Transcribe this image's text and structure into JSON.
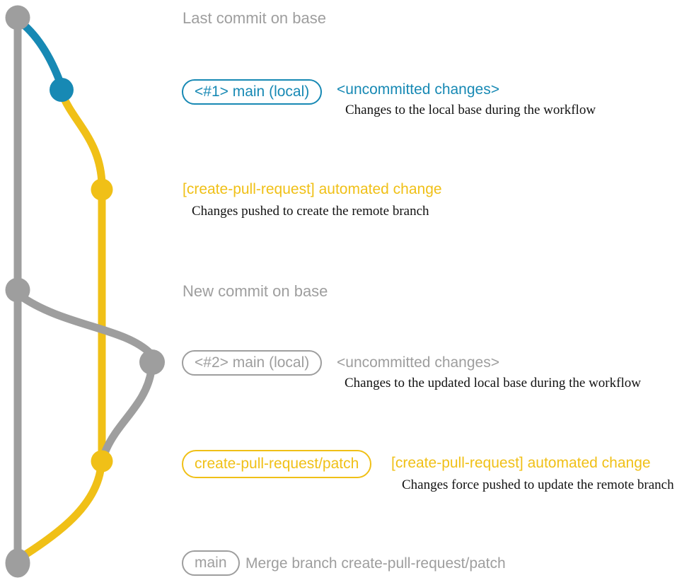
{
  "colors": {
    "gray": "#9e9e9e",
    "teal": "#1789b4",
    "yellow": "#f0c017",
    "description_text": "#121212"
  },
  "annotations": {
    "row1_title": "Last commit on base",
    "row2_badge": "<#1> main (local)",
    "row2_label": "<uncommitted changes>",
    "row2_description": "Changes to the local base during the workflow",
    "row3_label": "[create-pull-request] automated change",
    "row3_description": "Changes pushed to create the remote branch",
    "row4_title": "New commit on base",
    "row5_badge": "<#2> main (local)",
    "row5_label": "<uncommitted changes>",
    "row5_description": "Changes to the updated local base during the workflow",
    "row6_badge": "create-pull-request/patch",
    "row6_label": "[create-pull-request] automated change",
    "row6_description": "Changes force pushed to update the remote branch",
    "row7_badge": "main",
    "row7_label": "Merge branch create-pull-request/patch"
  }
}
